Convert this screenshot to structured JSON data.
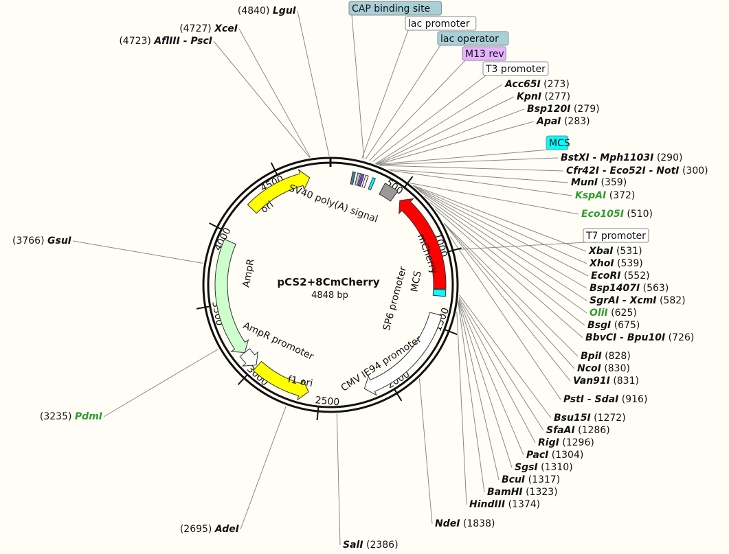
{
  "plasmid": {
    "name": "pCS2+8CmCherry",
    "length_text": "4848 bp",
    "length": 4848
  },
  "scale_ticks": [
    "500",
    "1000",
    "1500",
    "2000",
    "2500",
    "3000",
    "3500",
    "4000",
    "4500"
  ],
  "features": [
    {
      "label": "mCherry",
      "color": "#ff0000",
      "text_color": "#ffffff"
    },
    {
      "label": "ori",
      "color": "#ffff00",
      "text_color": "#111111"
    },
    {
      "label": "AmpR",
      "color": "#ccffcc",
      "text_color": "#111111"
    },
    {
      "label": "AmpR promoter",
      "color": "#ffffff",
      "text_color": "#111111"
    },
    {
      "label": "f1 ori",
      "color": "#ffff00",
      "text_color": "#111111"
    },
    {
      "label": "CMV IE94 promoter",
      "color": "#ffffff",
      "text_color": "#111111"
    },
    {
      "label": "SV40 poly(A) signal",
      "color": "#999999",
      "text_color": "#111111"
    },
    {
      "label": "SP6 promoter",
      "color": "#ffffff",
      "text_color": "#111111"
    },
    {
      "label": "MCS",
      "color": "#00ffff",
      "text_color": "#111111"
    }
  ],
  "boxed_labels": [
    {
      "text": "CAP binding site",
      "color": "#a8d0d8"
    },
    {
      "text": "lac promoter",
      "color": "#ffffff"
    },
    {
      "text": "lac operator",
      "color": "#a8d0d8"
    },
    {
      "text": "M13 rev",
      "color": "#e5b3ff"
    },
    {
      "text": "T3 promoter",
      "color": "#ffffff"
    },
    {
      "text": "MCS",
      "color": "#00ffff"
    },
    {
      "text": "T7 promoter",
      "color": "#ffffff"
    }
  ],
  "enzymes_right": [
    {
      "name": "Acc65I",
      "pos": "(273)",
      "color": "#111111"
    },
    {
      "name": "KpnI",
      "pos": "(277)",
      "color": "#111111"
    },
    {
      "name": "Bsp120I",
      "pos": "(279)",
      "color": "#111111"
    },
    {
      "name": "ApaI",
      "pos": "(283)",
      "color": "#111111"
    },
    {
      "name": "BstXI - Mph1103I",
      "pos": "(290)",
      "color": "#111111"
    },
    {
      "name": "Cfr42I - Eco52I - NotI",
      "pos": "(300)",
      "color": "#111111"
    },
    {
      "name": "MunI",
      "pos": "(359)",
      "color": "#111111"
    },
    {
      "name": "KspAI",
      "pos": "(372)",
      "color": "#2e9b2e"
    },
    {
      "name": "Eco105I",
      "pos": "(510)",
      "color": "#2e9b2e"
    },
    {
      "name": "XbaI",
      "pos": "(531)",
      "color": "#111111"
    },
    {
      "name": "XhoI",
      "pos": "(539)",
      "color": "#111111"
    },
    {
      "name": "EcoRI",
      "pos": "(552)",
      "color": "#111111"
    },
    {
      "name": "Bsp1407I",
      "pos": "(563)",
      "color": "#111111"
    },
    {
      "name": "SgrAI - XcmI",
      "pos": "(582)",
      "color": "#111111"
    },
    {
      "name": "OliI",
      "pos": "(625)",
      "color": "#2e9b2e"
    },
    {
      "name": "BsgI",
      "pos": "(675)",
      "color": "#111111"
    },
    {
      "name": "BbvCI - Bpu10I",
      "pos": "(726)",
      "color": "#111111"
    },
    {
      "name": "BpiI",
      "pos": "(828)",
      "color": "#111111"
    },
    {
      "name": "NcoI",
      "pos": "(830)",
      "color": "#111111"
    },
    {
      "name": "Van91I",
      "pos": "(831)",
      "color": "#111111"
    },
    {
      "name": "PstI - SdaI",
      "pos": "(916)",
      "color": "#111111"
    },
    {
      "name": "Bsu15I",
      "pos": "(1272)",
      "color": "#111111"
    },
    {
      "name": "SfaAI",
      "pos": "(1286)",
      "color": "#111111"
    },
    {
      "name": "RigI",
      "pos": "(1296)",
      "color": "#111111"
    },
    {
      "name": "PacI",
      "pos": "(1304)",
      "color": "#111111"
    },
    {
      "name": "SgsI",
      "pos": "(1310)",
      "color": "#111111"
    },
    {
      "name": "BcuI",
      "pos": "(1317)",
      "color": "#111111"
    },
    {
      "name": "BamHI",
      "pos": "(1323)",
      "color": "#111111"
    },
    {
      "name": "HindIII",
      "pos": "(1374)",
      "color": "#111111"
    },
    {
      "name": "NdeI",
      "pos": "(1838)",
      "color": "#111111"
    },
    {
      "name": "SalI",
      "pos": "(2386)",
      "color": "#111111"
    }
  ],
  "enzymes_left": [
    {
      "name": "LguI",
      "pos": "(4840)",
      "color": "#111111"
    },
    {
      "name": "XceI",
      "pos": "(4727)",
      "color": "#111111"
    },
    {
      "name": "AflIII - PscI",
      "pos": "(4723)",
      "color": "#111111"
    },
    {
      "name": "GsuI",
      "pos": "(3766)",
      "color": "#111111"
    },
    {
      "name": "PdmI",
      "pos": "(3235)",
      "color": "#2e9b2e"
    },
    {
      "name": "AdeI",
      "pos": "(2695)",
      "color": "#111111"
    }
  ]
}
